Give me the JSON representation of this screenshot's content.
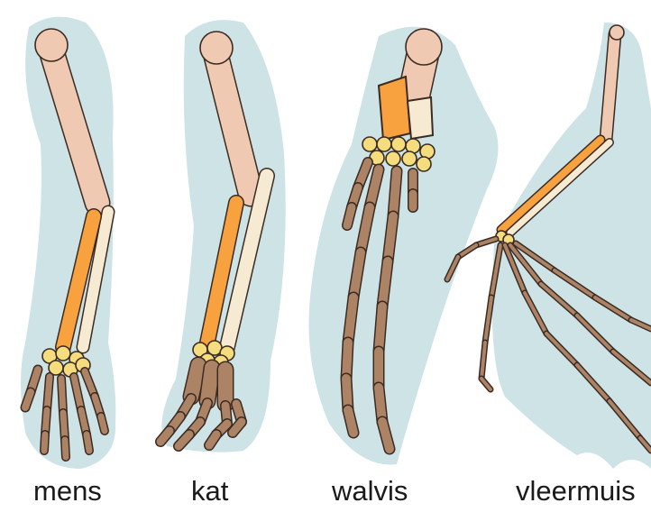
{
  "labels": {
    "human": "mens",
    "cat": "kat",
    "whale": "walvis",
    "bat": "vleermuis"
  },
  "colors": {
    "background": "#ffffff",
    "silhouette": "#cde3e6",
    "humerus": "#efc9b2",
    "radius": "#f7a13f",
    "ulna": "#f6ead3",
    "carpals": "#f5dc7c",
    "hand_bones": "#ad8366",
    "outline": "#3b2b22"
  }
}
